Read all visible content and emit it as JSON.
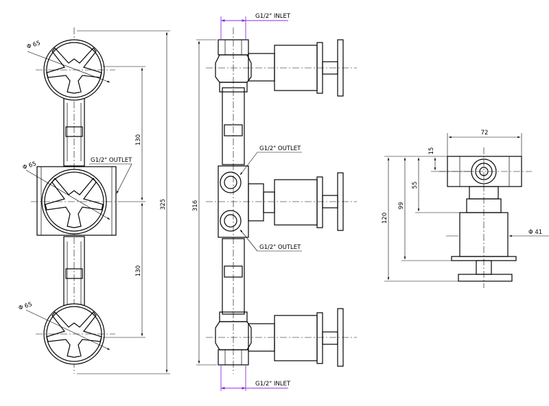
{
  "colors": {
    "line": "#000000",
    "inlet_dimension": "#8a2be2",
    "background": "#ffffff"
  },
  "front_view": {
    "dia_top": "Φ 65",
    "dia_mid": "Φ 65",
    "dia_bot": "Φ 65",
    "outlet": "G1/2\" OUTLET",
    "spacing_upper": "130",
    "spacing_lower": "130",
    "overall_height": "325"
  },
  "side_view": {
    "inlet_top": "G1/2\" INLET",
    "outlet_upper": "G1/2\" OUTLET",
    "outlet_lower": "G1/2\" OUTLET",
    "overall_height": "316",
    "inlet_bottom": "G1/2\" INLET"
  },
  "detail_view": {
    "width": "72",
    "d15": "15",
    "d55": "55",
    "d99": "99",
    "d120": "120",
    "dia_41": "Φ 41"
  }
}
